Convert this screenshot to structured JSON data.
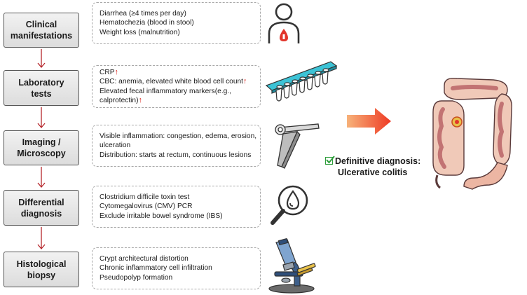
{
  "stages": [
    {
      "name_lines": [
        "Clinical",
        "manifestations"
      ],
      "details": [
        {
          "text": "Diarrhea (≥4 times per day)",
          "arrow": ""
        },
        {
          "text": "Hematochezia (blood in stool)",
          "arrow": ""
        },
        {
          "text": "Weight loss (malnutrition)",
          "arrow": ""
        }
      ]
    },
    {
      "name_lines": [
        "Laboratory",
        "tests"
      ],
      "details": [
        {
          "text": "CRP",
          "arrow": "↑"
        },
        {
          "text": " CBC: anemia, elevated white blood cell count",
          "arrow": "↑"
        },
        {
          "text": "Elevated fecal inflammatory markers(e.g.,",
          "arrow": ""
        },
        {
          "text": "calprotectin)",
          "arrow": "↑"
        }
      ]
    },
    {
      "name_lines": [
        "Imaging /",
        "Microscopy"
      ],
      "details": [
        {
          "text": "Visible inflammation: congestion, edema, erosion,",
          "arrow": ""
        },
        {
          "text": "ulceration",
          "arrow": ""
        },
        {
          "text": "Distribution: starts at rectum, continuous lesions",
          "arrow": ""
        }
      ]
    },
    {
      "name_lines": [
        "Differential",
        "diagnosis"
      ],
      "details": [
        {
          "text": "Clostridium difficile toxin test",
          "arrow": ""
        },
        {
          "text": "Cytomegalovirus (CMV) PCR",
          "arrow": ""
        },
        {
          "text": "Exclude irritable bowel syndrome (IBS)",
          "arrow": ""
        }
      ]
    },
    {
      "name_lines": [
        "Histological",
        "biopsy"
      ],
      "details": [
        {
          "text": "Crypt architectural distortion",
          "arrow": ""
        },
        {
          "text": "Chronic inflammatory cell infiltration",
          "arrow": ""
        },
        {
          "text": "Pseudopolyp formation",
          "arrow": ""
        }
      ]
    }
  ],
  "result": {
    "line1": "Definitive diagnosis:",
    "line2": "Ulcerative colitis"
  },
  "icons": [
    "person-bleeding-icon",
    "sample-tube-strip-icon",
    "endoscope-icon",
    "magnifier-drop-icon",
    "microscope-icon",
    "colon-icon"
  ],
  "colors": {
    "flow_arrow": "#b5262b",
    "big_arrow_start": "#f7b27a",
    "big_arrow_end": "#ee3a24",
    "check": "#2e9e3b"
  }
}
